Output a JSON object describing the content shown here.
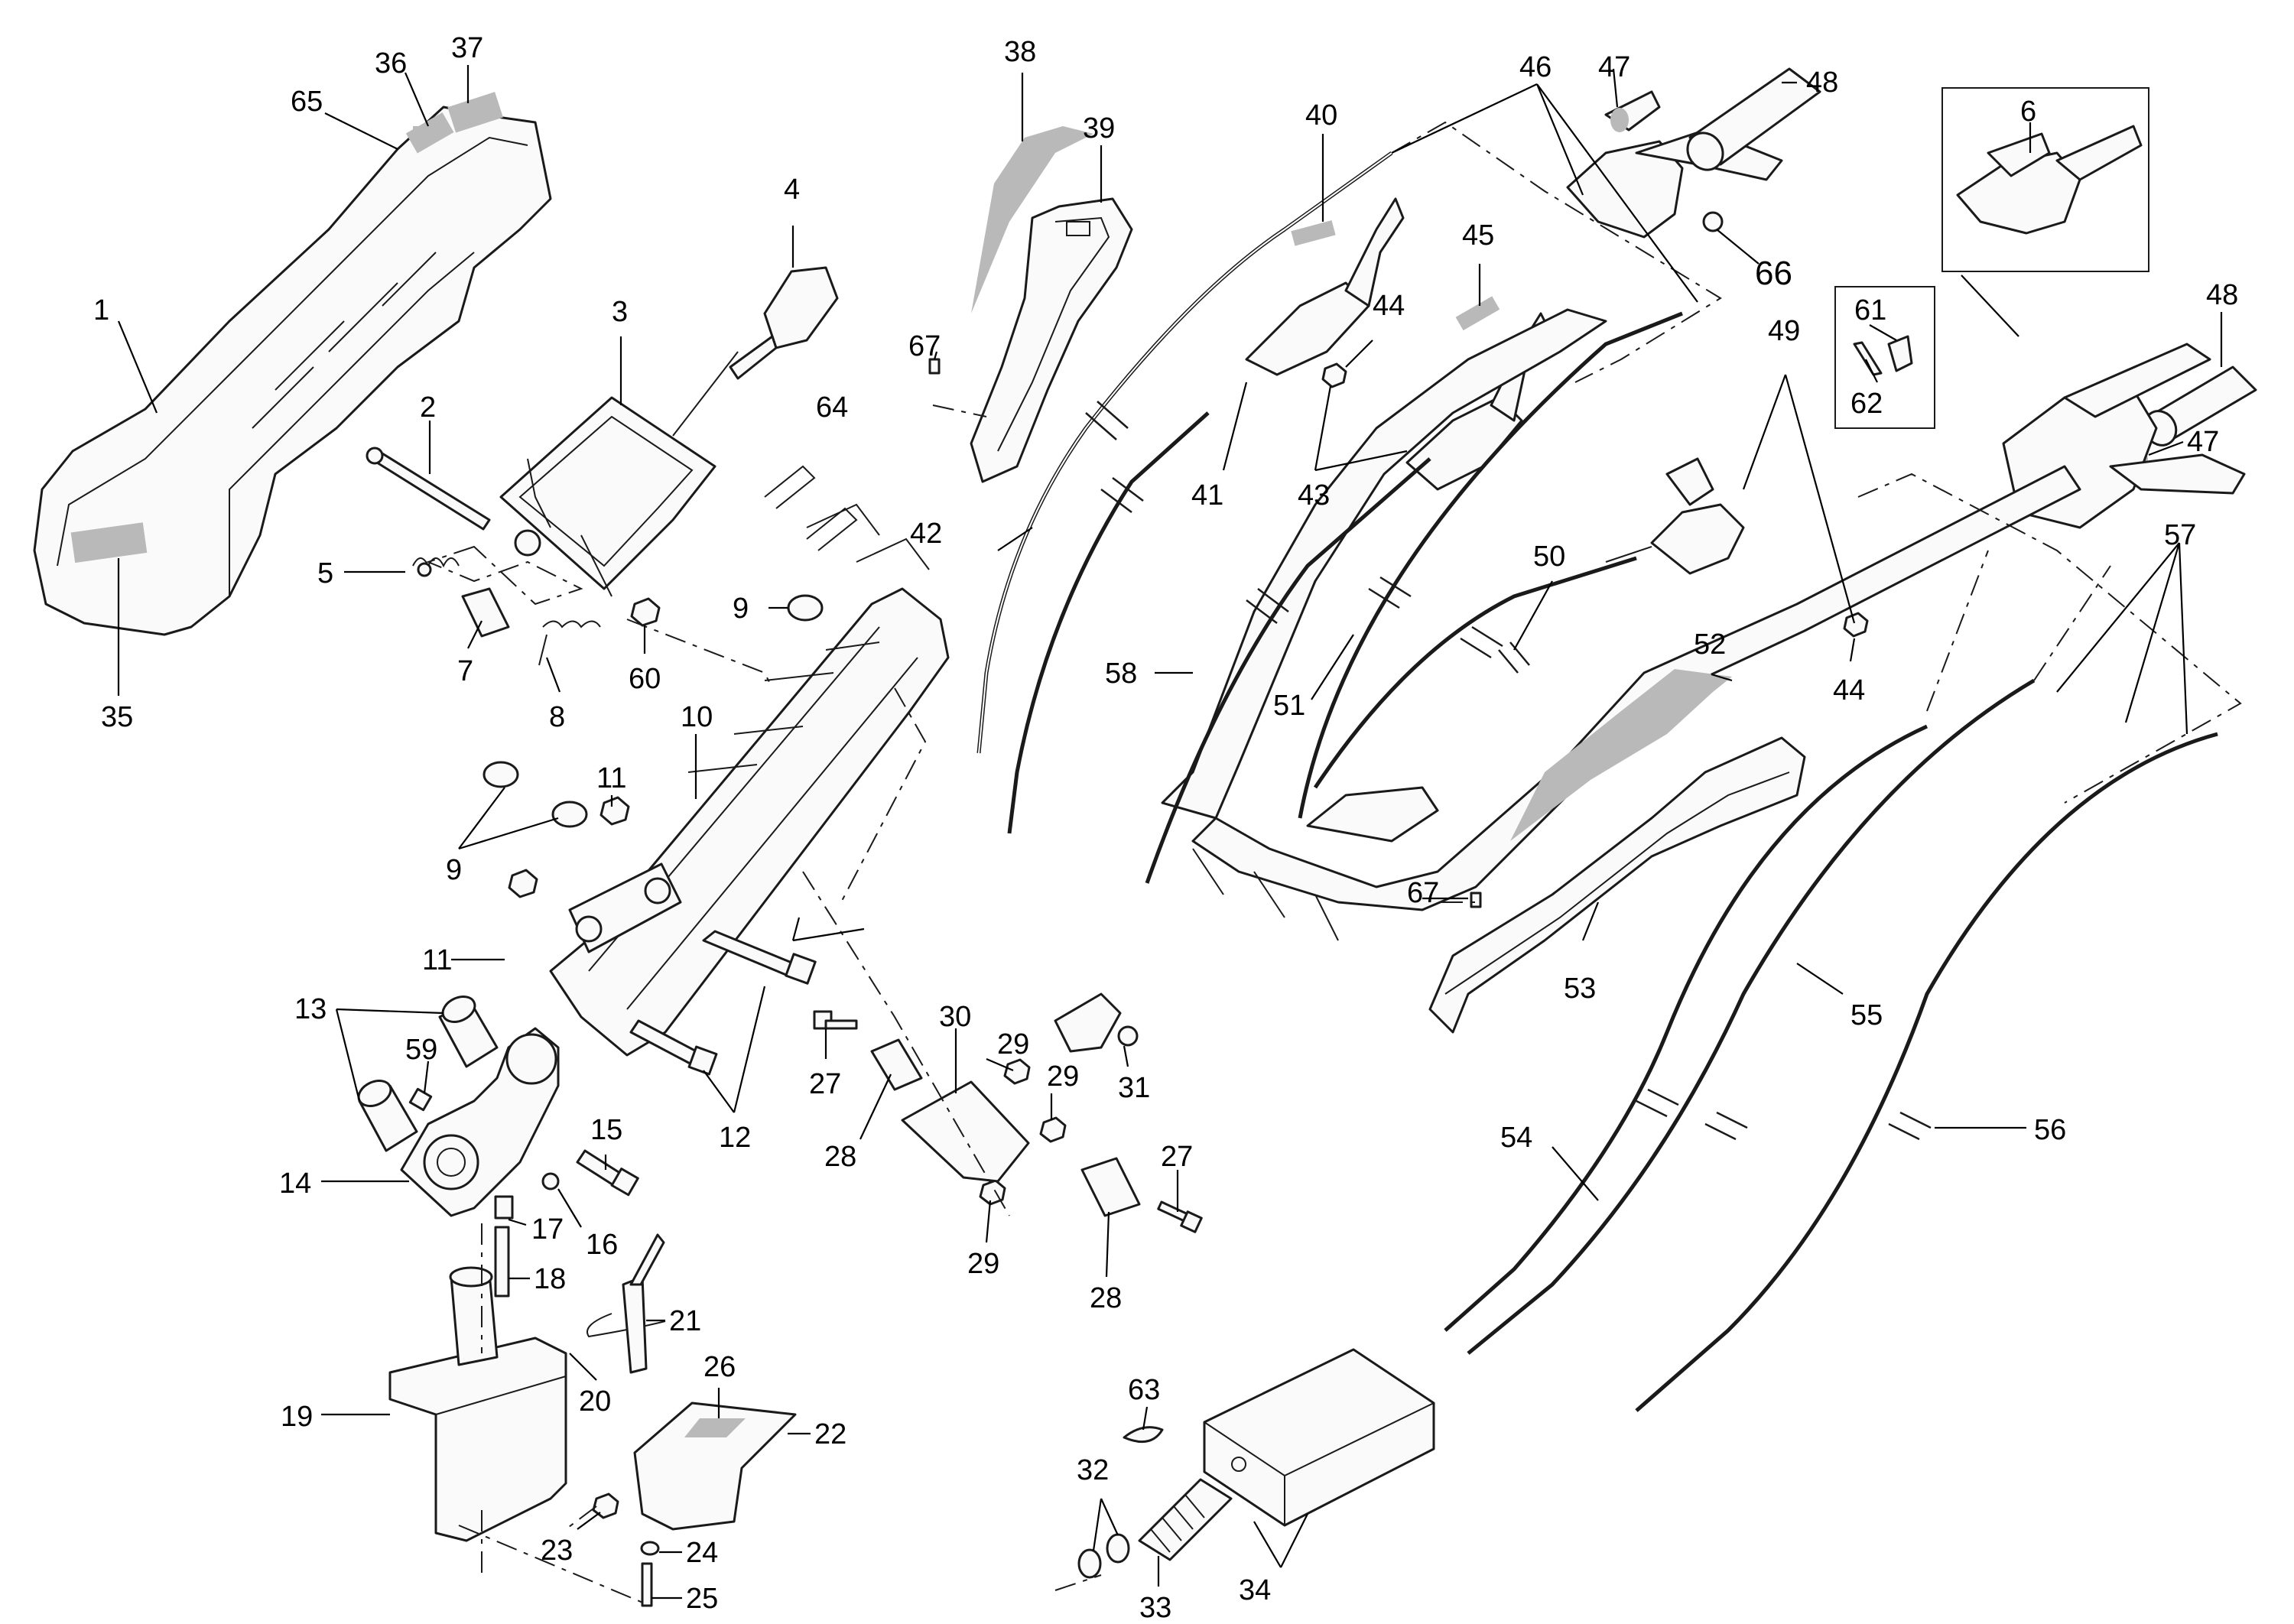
{
  "diagram": {
    "type": "exploded-parts-diagram",
    "part_labels": [
      "1",
      "2",
      "3",
      "4",
      "5",
      "6",
      "7",
      "8",
      "9",
      "9",
      "10",
      "11",
      "11",
      "12",
      "13",
      "14",
      "15",
      "16",
      "17",
      "18",
      "19",
      "20",
      "21",
      "22",
      "23",
      "24",
      "25",
      "26",
      "27",
      "27",
      "28",
      "28",
      "29",
      "29",
      "29",
      "30",
      "31",
      "32",
      "33",
      "34",
      "35",
      "36",
      "37",
      "38",
      "39",
      "40",
      "41",
      "42",
      "43",
      "44",
      "44",
      "45",
      "46",
      "47",
      "47",
      "48",
      "48",
      "49",
      "50",
      "51",
      "52",
      "53",
      "54",
      "55",
      "56",
      "57",
      "58",
      "59",
      "60",
      "61",
      "62",
      "63",
      "64",
      "65",
      "66",
      "67",
      "67"
    ]
  }
}
